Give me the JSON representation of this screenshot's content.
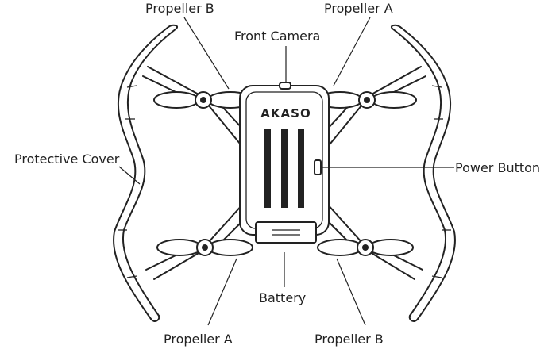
{
  "labels": {
    "propeller_b_top": "Propeller B",
    "propeller_a_top": "Propeller A",
    "front_camera": "Front Camera",
    "protective_cover": "Protective Cover",
    "power_button": "Power Button",
    "battery": "Battery",
    "propeller_a_bottom": "Propeller A",
    "propeller_b_bottom": "Propeller B"
  },
  "brand": {
    "logo_text": "AKASO"
  },
  "colors": {
    "line": "#222222",
    "background": "#ffffff"
  }
}
